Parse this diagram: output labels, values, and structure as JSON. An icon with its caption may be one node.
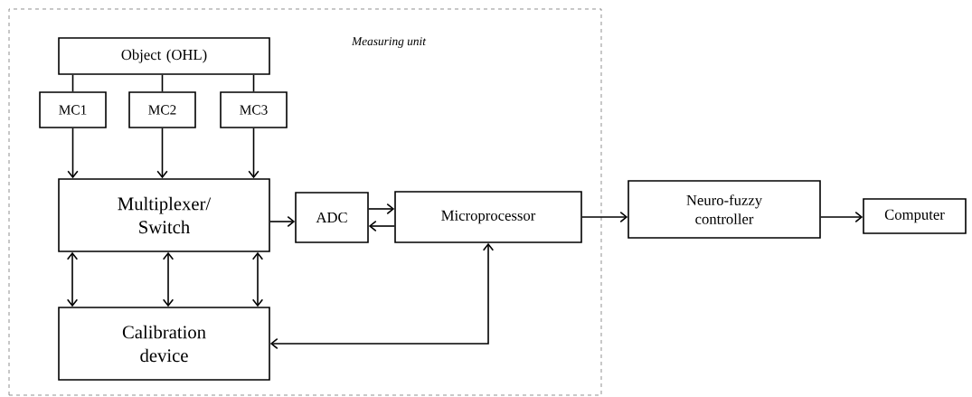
{
  "diagram": {
    "nodes": [
      {
        "text": [
          "Measuring unit"
        ]
      },
      {
        "text": [
          "Object (OHL)"
        ],
        "in": 0
      },
      {
        "text": [
          "MC1"
        ],
        "in": 0
      },
      {
        "text": [
          "MC2"
        ],
        "in": 0
      },
      {
        "text": [
          "MC3"
        ],
        "in": 0
      },
      {
        "text": [
          "Multiplexer/ Switch"
        ],
        "in": 0
      },
      {
        "text": [
          "Calibration device"
        ],
        "in": 0
      },
      {
        "text": [
          "ADC"
        ],
        "in": 0
      },
      {
        "text": [
          "Microprocessor"
        ],
        "in": 0
      },
      {
        "text": [
          "Neuro-fuzzy controller"
        ]
      },
      {
        "text": [
          "Computer"
        ]
      }
    ],
    "edges": [
      {
        "from": 1,
        "to": 2,
        "arrow": "none"
      },
      {
        "from": 1,
        "to": 3,
        "arrow": "none"
      },
      {
        "from": 1,
        "to": 4,
        "arrow": "none"
      },
      {
        "from": 2,
        "to": 5,
        "arrow": "to"
      },
      {
        "from": 3,
        "to": 5,
        "arrow": "to"
      },
      {
        "from": 4,
        "to": 5,
        "arrow": "to"
      },
      {
        "from": 5,
        "to": 6,
        "arrow": "both"
      },
      {
        "from": 5,
        "to": 6,
        "arrow": "both"
      },
      {
        "from": 5,
        "to": 6,
        "arrow": "both"
      },
      {
        "from": 5,
        "to": 7,
        "arrow": "to"
      },
      {
        "from": 7,
        "to": 8,
        "arrow": "to"
      },
      {
        "from": 8,
        "to": 7,
        "arrow": "to"
      },
      {
        "from": 8,
        "to": 6,
        "arrow": "both"
      },
      {
        "from": 8,
        "to": 9,
        "arrow": "to"
      },
      {
        "from": 9,
        "to": 10,
        "arrow": "to"
      }
    ]
  }
}
